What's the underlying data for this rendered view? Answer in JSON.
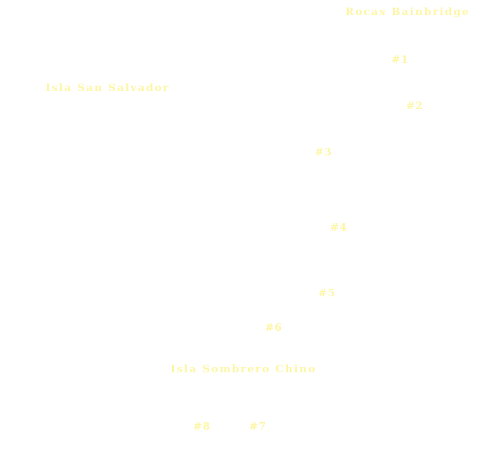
{
  "colors": {
    "background": "#ffffff",
    "label_color": "#fdf6a6"
  },
  "map": {
    "places": {
      "bainbridge": "Rocas Bainbridge",
      "san_salvador": "Isla San Salvador",
      "sombrero_chino": "Isla Sombrero Chino"
    },
    "sites": [
      "#1",
      "#2",
      "#3",
      "#4",
      "#5",
      "#6",
      "#7",
      "#8"
    ]
  }
}
